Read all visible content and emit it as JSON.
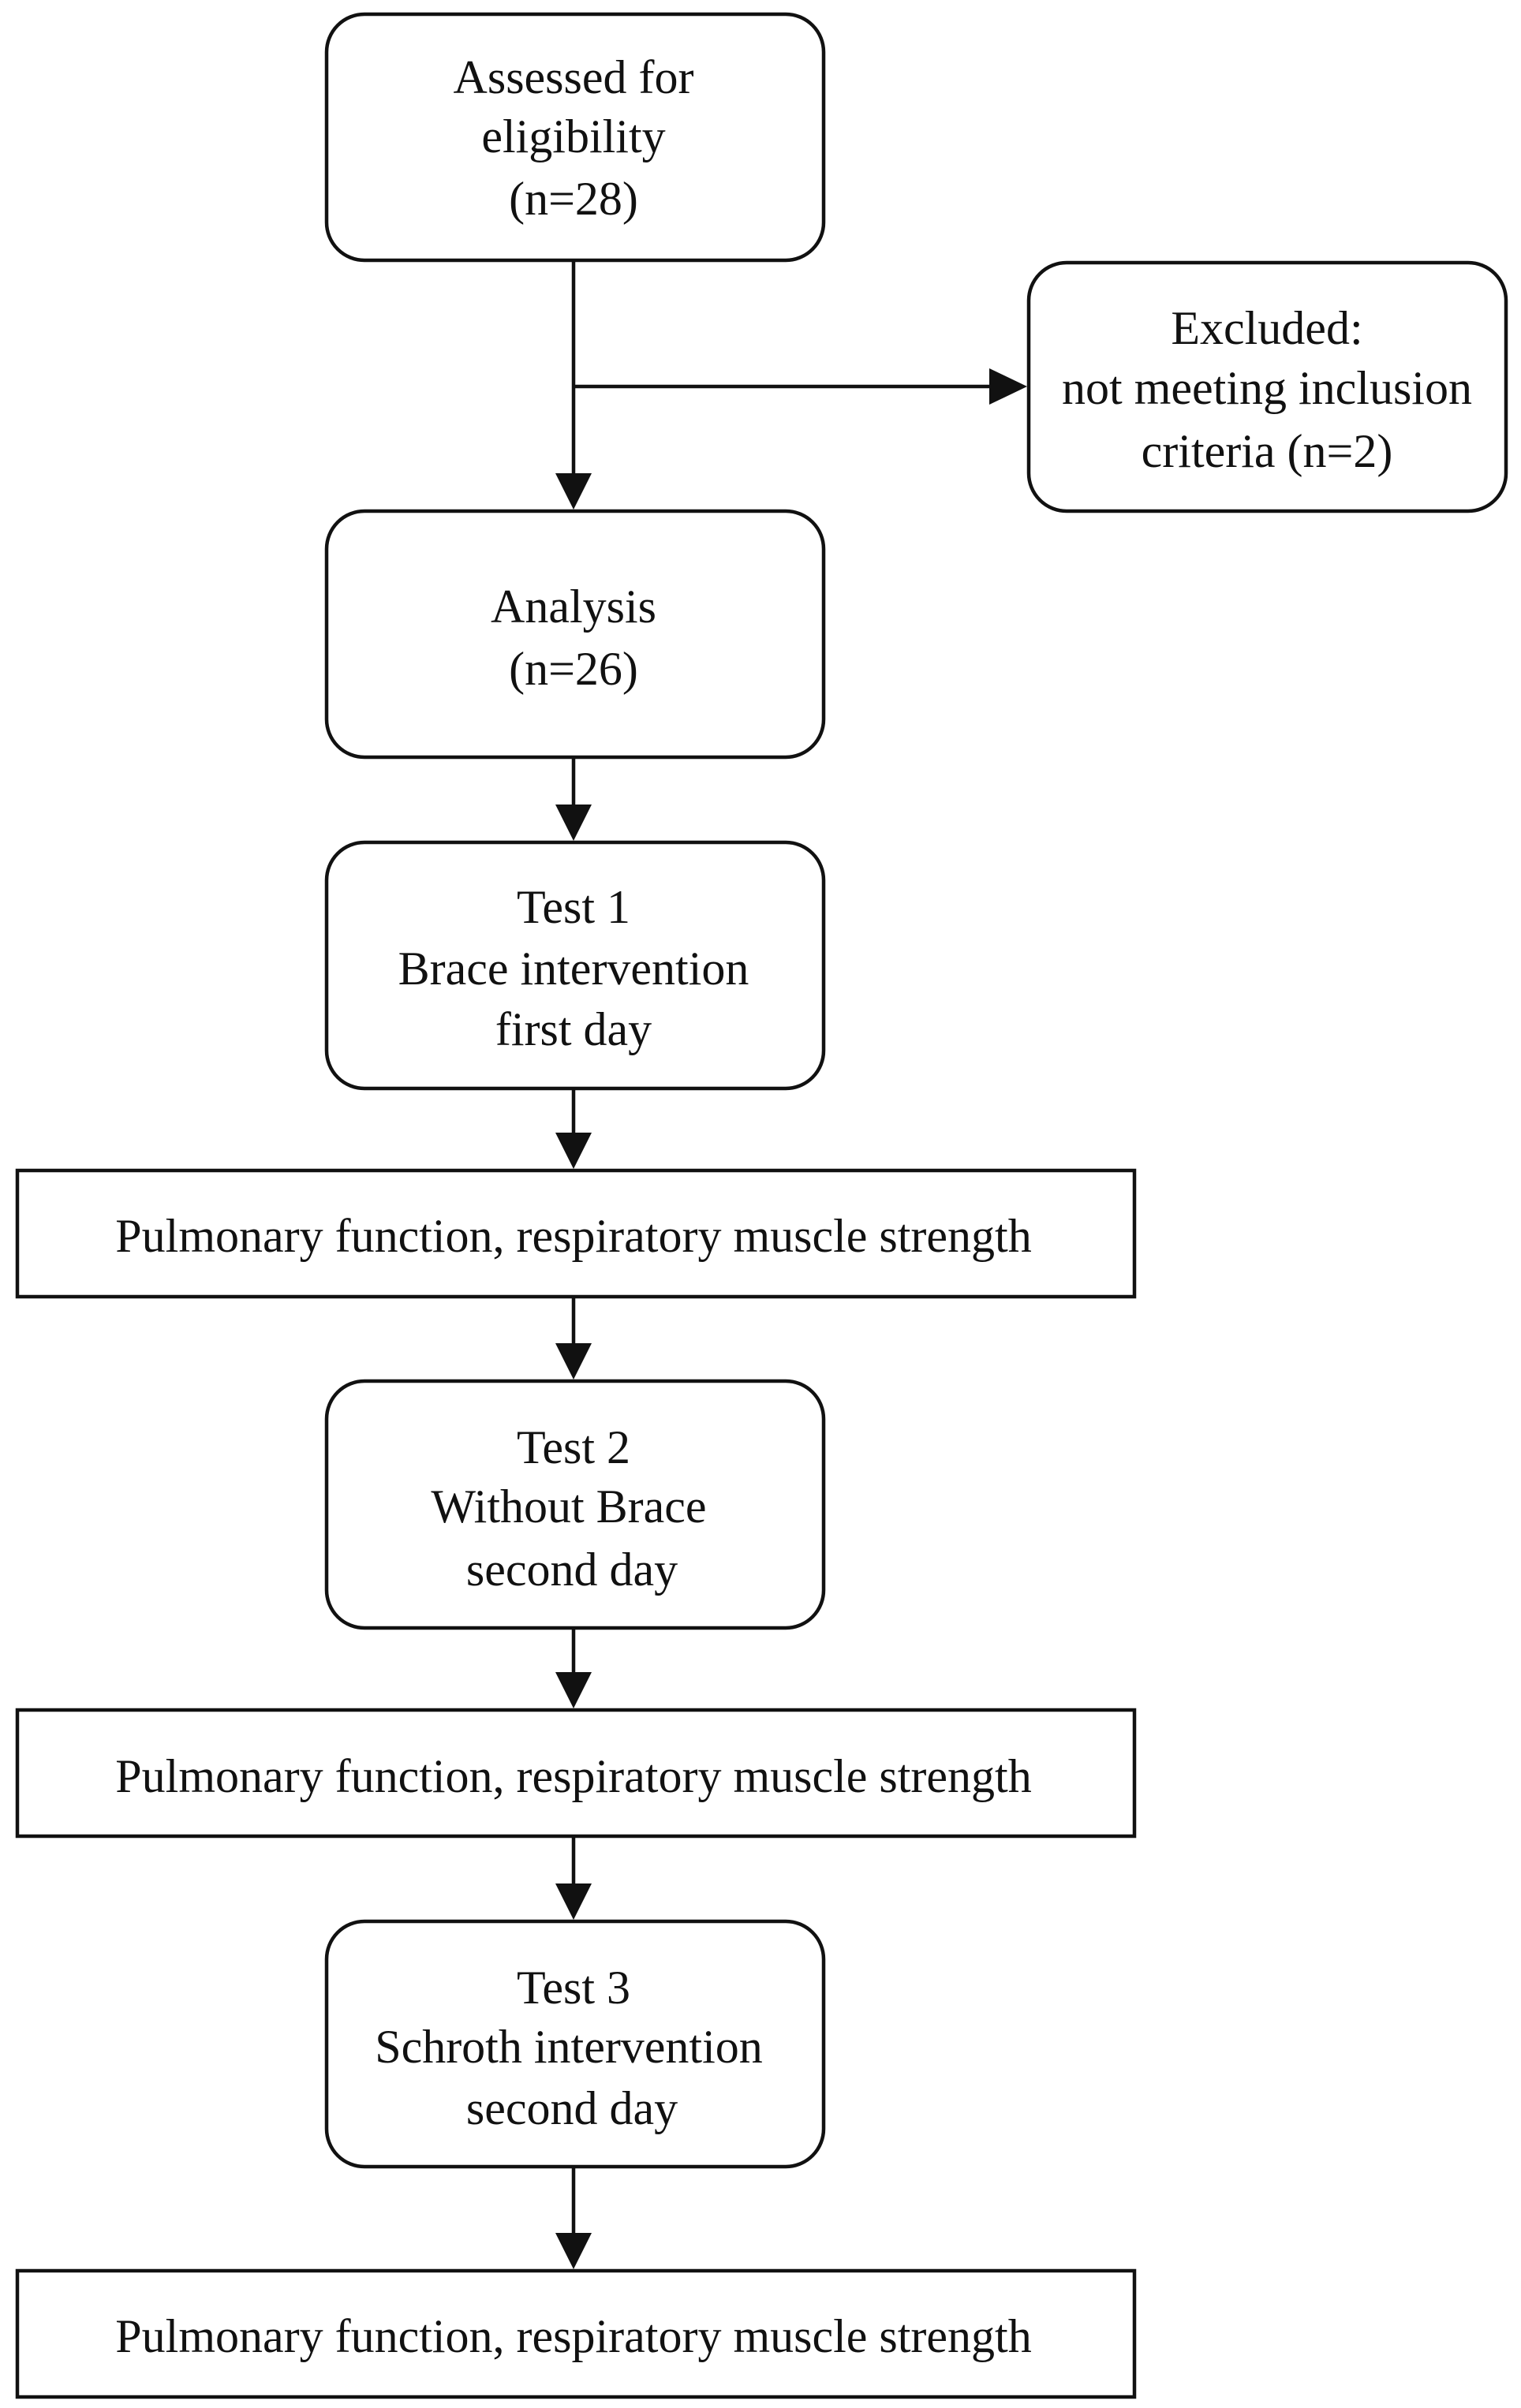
{
  "diagram": {
    "nodes": {
      "assessed": {
        "lines": [
          "Assessed for",
          "eligibility",
          "(n=28)"
        ]
      },
      "excluded": {
        "lines": [
          "Excluded:",
          "not meeting inclusion",
          "criteria (n=2)"
        ]
      },
      "analysis": {
        "lines": [
          "Analysis",
          "(n=26)"
        ]
      },
      "test1": {
        "lines": [
          "Test 1",
          "Brace intervention",
          "first day"
        ]
      },
      "outcome1": {
        "lines": [
          "Pulmonary function, respiratory muscle strength"
        ]
      },
      "test2": {
        "lines": [
          "Test 2",
          "Without Brace",
          "second day"
        ]
      },
      "outcome2": {
        "lines": [
          "Pulmonary function, respiratory muscle strength"
        ]
      },
      "test3": {
        "lines": [
          "Test 3",
          "Schroth intervention",
          "second day"
        ]
      },
      "outcome3": {
        "lines": [
          "Pulmonary function, respiratory muscle strength"
        ]
      }
    },
    "edges": [
      {
        "from": "assessed",
        "to": "analysis"
      },
      {
        "from": "assessed",
        "to": "excluded"
      },
      {
        "from": "analysis",
        "to": "test1"
      },
      {
        "from": "test1",
        "to": "outcome1"
      },
      {
        "from": "outcome1",
        "to": "test2"
      },
      {
        "from": "test2",
        "to": "outcome2"
      },
      {
        "from": "outcome2",
        "to": "test3"
      },
      {
        "from": "test3",
        "to": "outcome3"
      }
    ]
  }
}
